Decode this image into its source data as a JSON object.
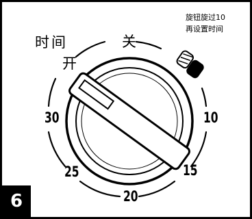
{
  "step_number": "6",
  "instruction": {
    "line1": "旋钮旋过10",
    "line2": "再设置时间"
  },
  "labels": {
    "time": "时间",
    "off": "关",
    "on": "开"
  },
  "scale": [
    "30",
    "25",
    "20",
    "15",
    "10"
  ],
  "icons": {
    "pointer": "knob-pointer-icon",
    "rotation": "rotation-arrow-icon"
  }
}
